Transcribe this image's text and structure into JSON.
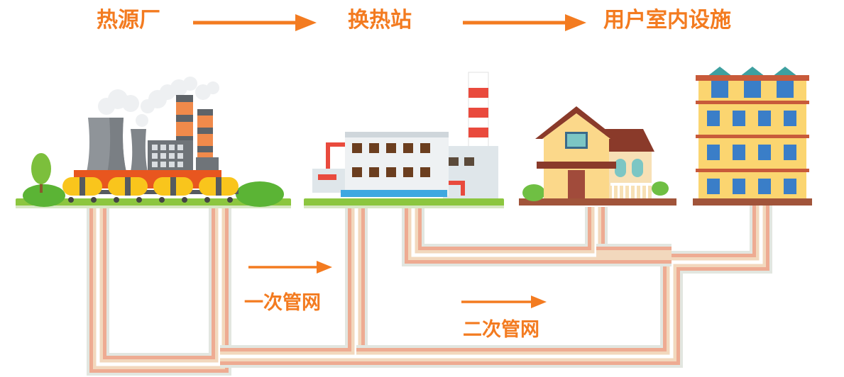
{
  "title_flow": {
    "stages": [
      "热源厂",
      "换热站",
      "用户室内设施"
    ]
  },
  "networks": {
    "primary": "一次管网",
    "secondary": "二次管网"
  },
  "icons": {
    "heat_source": "power-plant-icon",
    "exchange_station": "heat-exchange-station-icon",
    "house": "house-icon",
    "apartment": "apartment-building-icon"
  },
  "colors": {
    "accent": "#f37b20",
    "pipe_outer": "#e2e6e0",
    "pipe_supply": "#eeab92",
    "pipe_return": "#f2d8bd",
    "grass": "#8cc63f"
  }
}
